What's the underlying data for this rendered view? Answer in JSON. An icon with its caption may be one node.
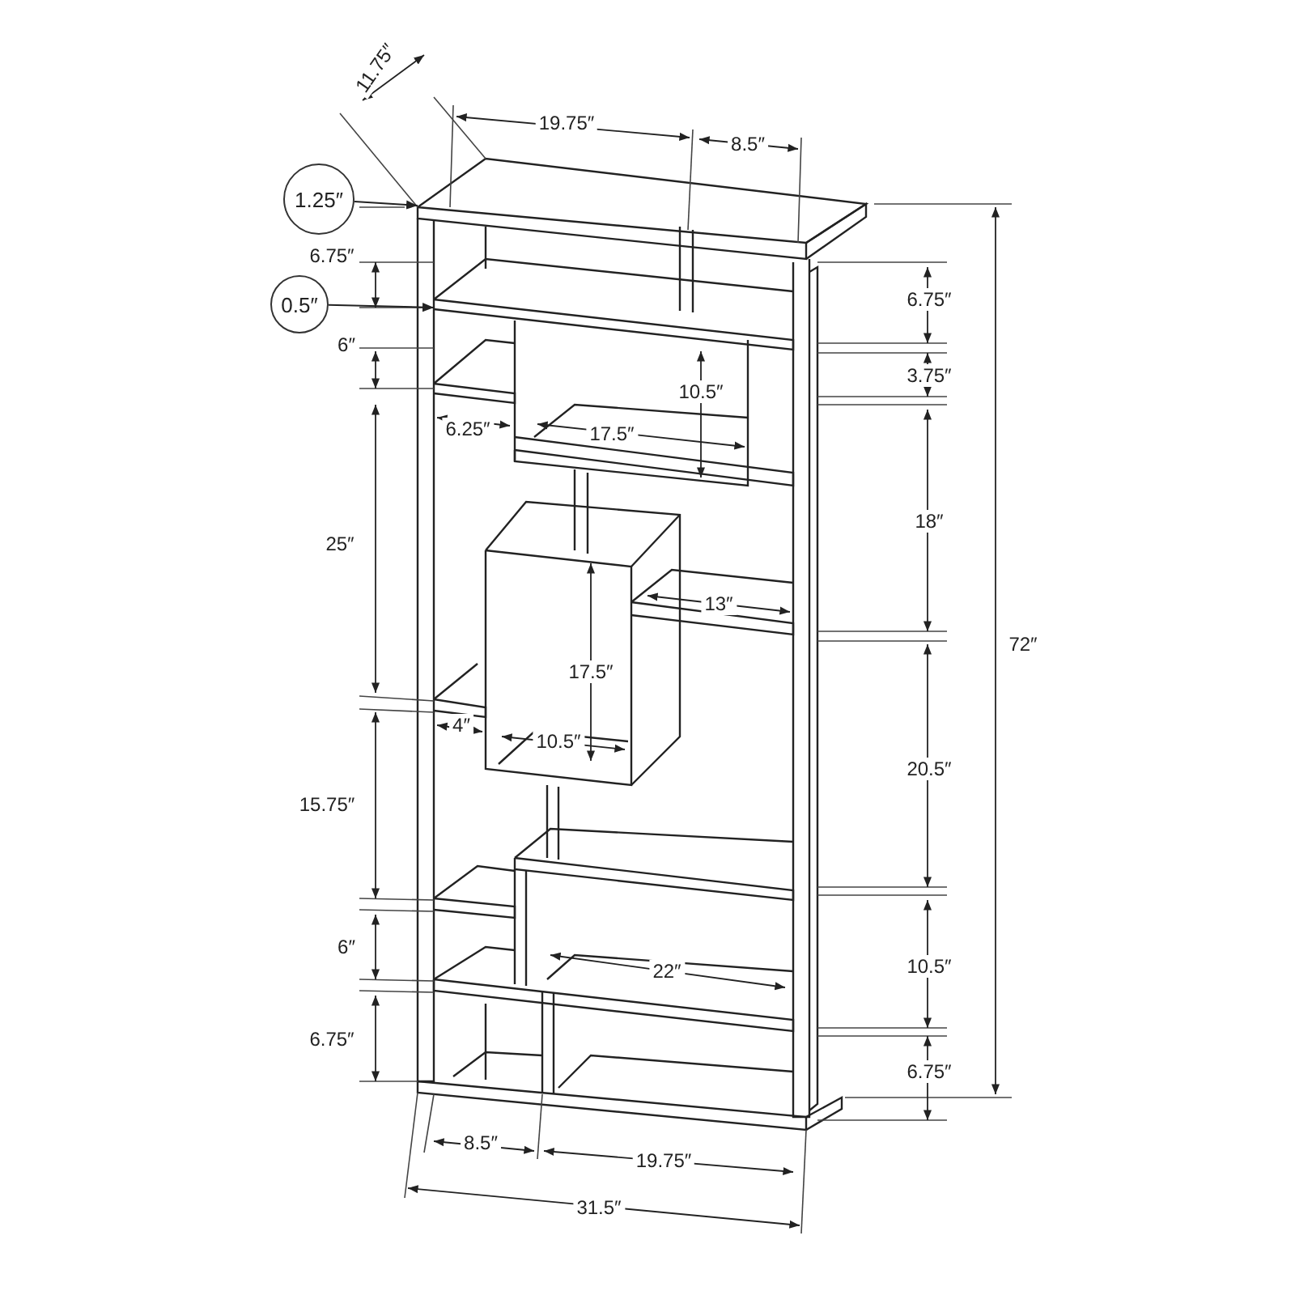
{
  "diagram": {
    "nodes": [
      {
        "text": [
          "1.25″"
        ]
      },
      {
        "text": [
          "0.5″"
        ]
      }
    ],
    "edges": [
      {
        "from": 0,
        "to": null,
        "arrow": "to"
      },
      {
        "from": 1,
        "to": null,
        "arrow": "to"
      }
    ],
    "labels": [
      "11.75″",
      "19.75″",
      "8.5″",
      "6.75″",
      "6.75″",
      "6″",
      "3.75″",
      "10.5″",
      "6.25″",
      "17.5″",
      "18″",
      "25″",
      "13″",
      "72″",
      "17.5″",
      "4″",
      "10.5″",
      "20.5″",
      "15.75″",
      "6″",
      "10.5″",
      "22″",
      "6.75″",
      "6.75″",
      "8.5″",
      "19.75″",
      "31.5″"
    ]
  }
}
